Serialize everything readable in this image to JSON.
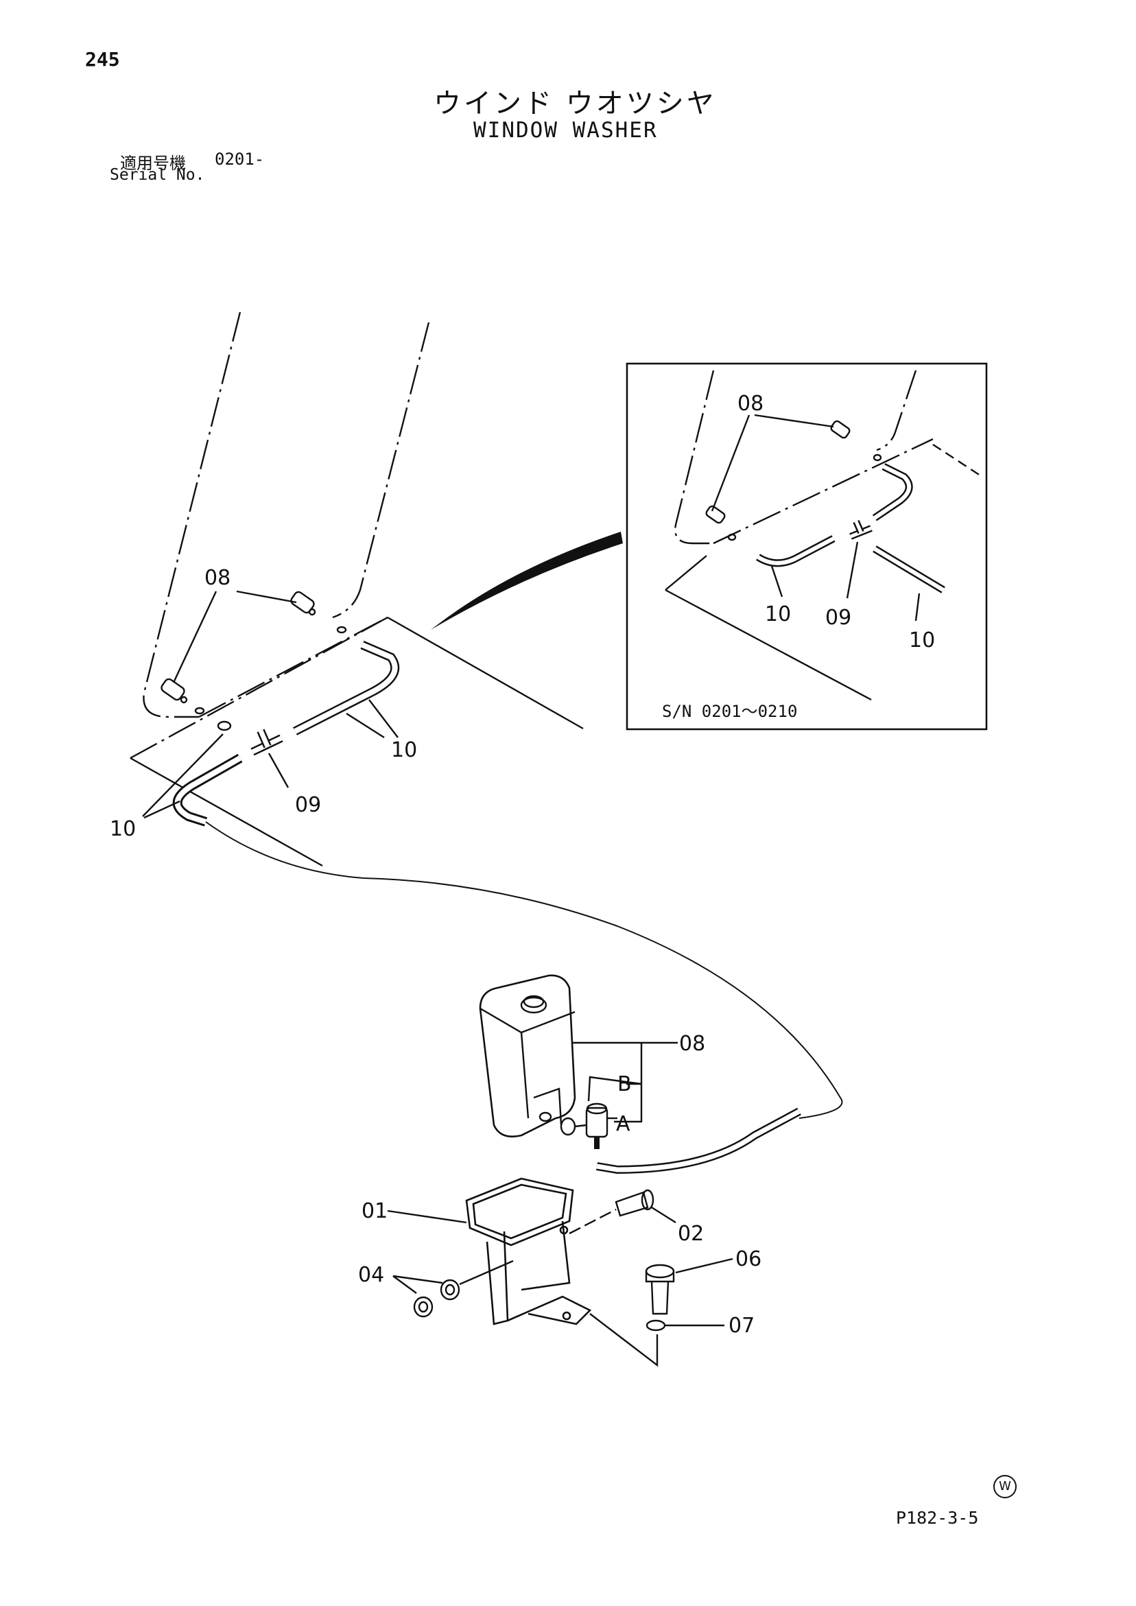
{
  "header": {
    "page_number": "245",
    "title_jp": "ウインド ウオツシヤ",
    "title_en": "WINDOW WASHER",
    "serial_label_jp": "適用号機",
    "serial_from": "0201-",
    "serial_label_en": "Serial No."
  },
  "inset": {
    "serial_range": "S/N 0201～0210",
    "labels": {
      "nozzle": "08",
      "tee": "09",
      "hose_left": "10",
      "hose_right": "10"
    }
  },
  "main_labels": {
    "nozzle": "08",
    "hose_right": "10",
    "tee": "09",
    "hose_left": "10",
    "tank_assembly": "08",
    "port_b": "B",
    "port_a": "A",
    "bracket": "01",
    "bolt_long": "02",
    "nut": "04",
    "bolt_short": "06",
    "washer": "07"
  },
  "footer": {
    "page_code": "P182-3-5",
    "mark": "W"
  }
}
